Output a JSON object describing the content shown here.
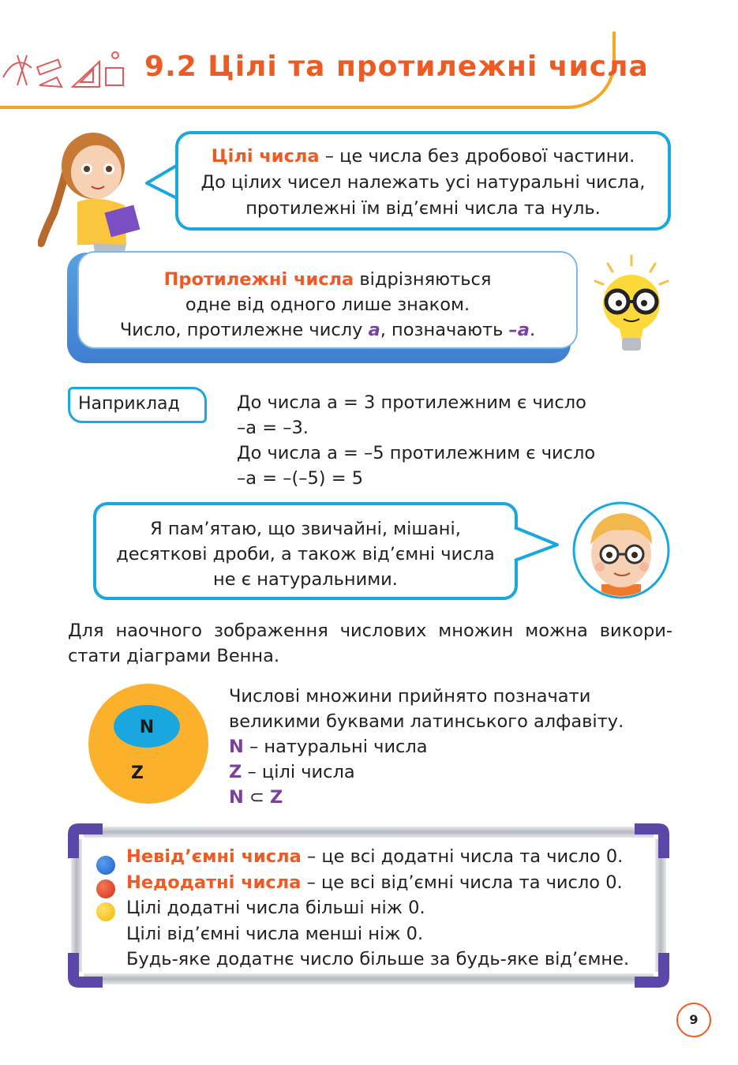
{
  "header": {
    "title": "9.2 Цілі та протилежні числа"
  },
  "integers_bubble": {
    "term": "Цілі числа",
    "line1_rest": " – це числа без дробової частини.",
    "line2": "До цілих чисел належать усі натуральні числа,",
    "line3": "протилежні їм від’ємні числа та нуль."
  },
  "opposite_box": {
    "term": "Протилежні числа",
    "line1_rest": " відрізняються",
    "line2": "одне від одного лише знаком.",
    "line3_start": "Число, протилежне числу ",
    "var_a": "а",
    "line3_mid": ", позначають ",
    "var_neg_a": "–а",
    "line3_end": "."
  },
  "example": {
    "label": "Наприклад",
    "lines": [
      "До числа а = 3 протилежним є число",
      "–а = –3.",
      "До числа а = –5 протилежним є число",
      "–а = –(–5) = 5"
    ]
  },
  "memory_bubble": {
    "lines": [
      "Я пам’ятаю, що звичайні, мішані,",
      "десяткові дроби, а також від’ємні числа",
      "не є натуральними."
    ]
  },
  "venn_paragraph": "Для наочного зображення числових множин можна викори­стати діаграми Венна.",
  "venn": {
    "inner_label": "N",
    "outer_label": "Z"
  },
  "sets": {
    "line1": "Числові множини прийнято позначати",
    "line2": "великими буквами латинського алфавіту.",
    "n_symbol": "N",
    "n_desc": " – натуральні числа",
    "z_symbol": "Z",
    "z_desc": " – цілі числа",
    "subset_n": "N",
    "subset_op": " ⊂ ",
    "subset_z": "Z"
  },
  "board": {
    "nonneg_term": "Невід’ємні числа",
    "nonneg_rest": " – це всі додатні числа та число 0.",
    "nonpos_term": "Недодатні числа",
    "nonpos_rest": " – це всі від’ємні числа та число 0.",
    "line3": "Цілі додатні числа більші ніж 0.",
    "line4": "Цілі від’ємні числа менші ніж 0.",
    "line5": "Будь-яке додатнє число більше за будь-яке від’ємне."
  },
  "page_number": "9",
  "colors": {
    "accent": "#ee5a24",
    "frame_blue": "#1aa7e0",
    "set_purple": "#7b3fa0",
    "venn_orange": "#fbb12b",
    "venn_blue": "#1aa7e0"
  }
}
